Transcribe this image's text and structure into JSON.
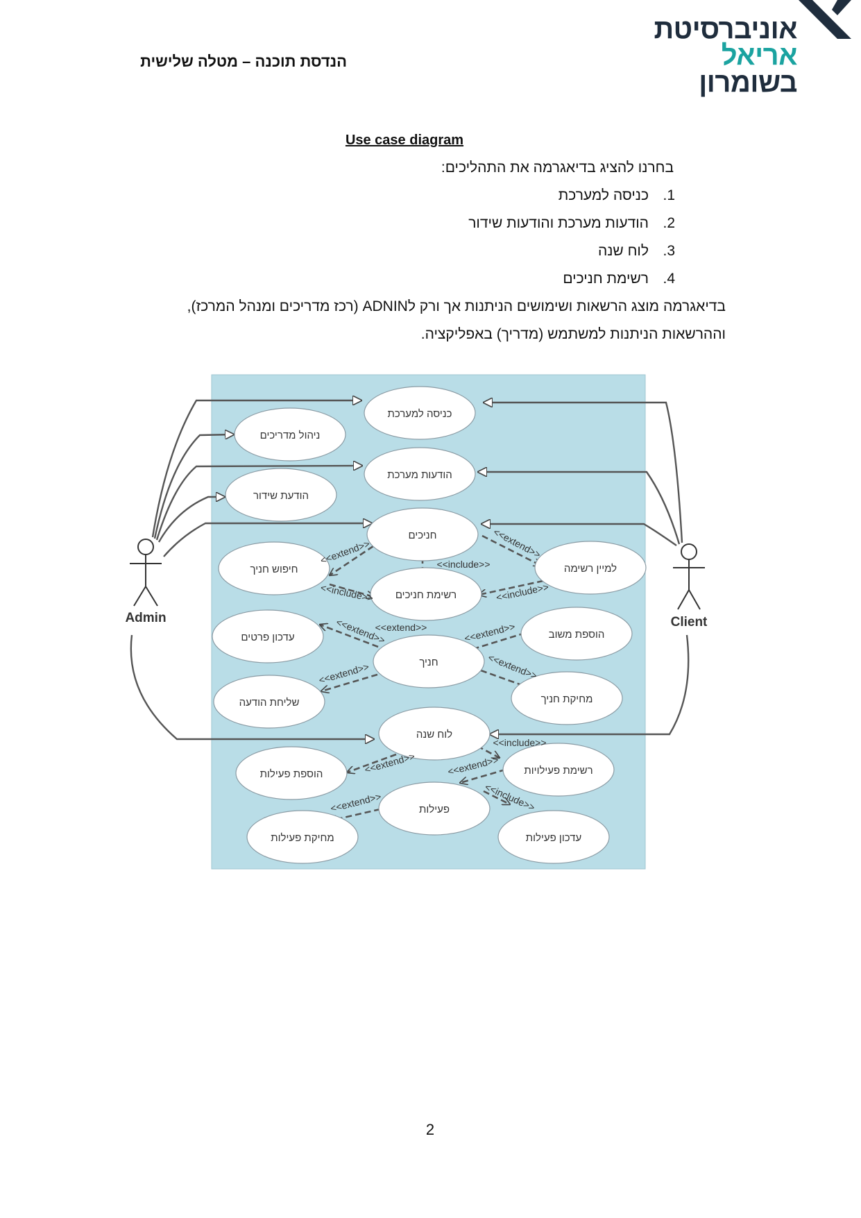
{
  "header": {
    "course_title": "הנדסת תוכנה – מטלה שלישית",
    "logo": {
      "line1": "אוניברסיטת",
      "line2": "אריאל",
      "line3": "בשומרון"
    }
  },
  "section_heading": "Use case diagram",
  "intro": "בחרנו להציג בדיאגרמה את התהליכים:",
  "list": [
    {
      "num": "1.",
      "text": "כניסה למערכת"
    },
    {
      "num": "2.",
      "text": "הודעות מערכת והודעות שידור"
    },
    {
      "num": "3.",
      "text": "לוח שנה"
    },
    {
      "num": "4.",
      "text": "רשימת חניכים"
    }
  ],
  "description_line1": "בדיאגרמה מוצג הרשאות ושימושים הניתנות אך ורק לADNIN (רכז מדריכים ומנהל המרכז),",
  "description_line2": "וההרשאות הניתנות למשתמש (מדריך) באפליקציה.",
  "diagram": {
    "background_color": "#b9dde7",
    "actors": {
      "admin": "Admin",
      "client": "Client"
    },
    "use_cases": {
      "login": "כניסה למערכת",
      "manage_guides": "ניהול מדריכים",
      "system_messages": "הודעות מערכת",
      "broadcast": "הודעת שידור",
      "trainees": "חניכים",
      "search_trainee": "חיפוש חניך",
      "sort_list": "למיין רשימה",
      "trainees_list": "רשימת חניכים",
      "update_details": "עדכון פרטים",
      "add_feedback": "הוספת משוב",
      "trainee": "חניך",
      "send_message": "שליחת הודעה",
      "delete_trainee": "מחיקת חניך",
      "calendar": "לוח שנה",
      "add_activity": "הוספת פעילות",
      "activities_list": "רשימת פעילויות",
      "activities": "פעילות",
      "delete_activity": "מחיקת פעילות",
      "update_activity": "עדכון פעילות"
    },
    "stereotypes": {
      "extend": "<<extend>>",
      "include": "<<include>>"
    }
  },
  "page_number": "2"
}
